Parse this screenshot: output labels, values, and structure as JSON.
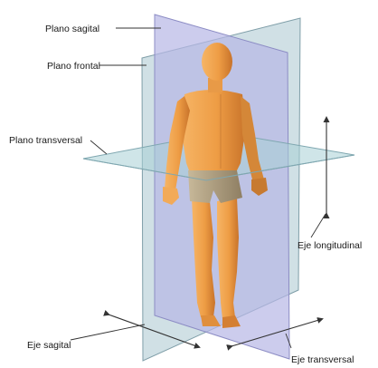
{
  "diagram": {
    "labels": {
      "sagittal_plane": "Plano sagital",
      "frontal_plane": "Plano frontal",
      "transverse_plane": "Plano transversal",
      "longitudinal_axis": "Eje longitudinal",
      "sagittal_axis": "Eje sagital",
      "transverse_axis": "Eje transversal"
    },
    "colors": {
      "sagittal_plane_fill": "#b7b7e6",
      "frontal_plane_fill": "#a9c6cf",
      "transverse_plane_fill": "#a8cfd6",
      "skin": "#f0a54e",
      "skin_shadow": "#c9742a",
      "shorts": "#b3a285",
      "leader_line": "#333333"
    }
  }
}
